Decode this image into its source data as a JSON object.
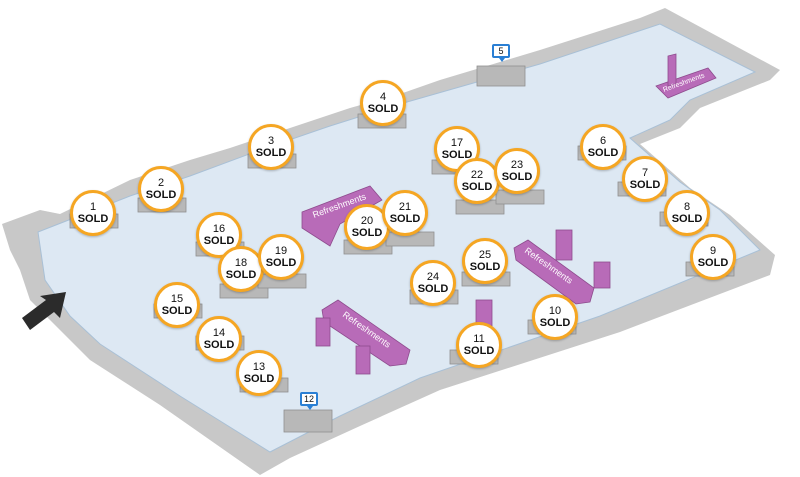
{
  "map": {
    "colors": {
      "floor": "#dde8f3",
      "wall": "#c8c8c8",
      "booth": "#b8b8b8",
      "badge_ring": "#f5a623",
      "refreshment": "#b86bb8",
      "pin": "#2a7fd4",
      "arrow": "#2b2b2b"
    },
    "entrance_icon": "arrow-entrance-icon",
    "booths": [
      {
        "number": "1",
        "status": "SOLD"
      },
      {
        "number": "2",
        "status": "SOLD"
      },
      {
        "number": "3",
        "status": "SOLD"
      },
      {
        "number": "4",
        "status": "SOLD"
      },
      {
        "number": "6",
        "status": "SOLD"
      },
      {
        "number": "7",
        "status": "SOLD"
      },
      {
        "number": "8",
        "status": "SOLD"
      },
      {
        "number": "9",
        "status": "SOLD"
      },
      {
        "number": "10",
        "status": "SOLD"
      },
      {
        "number": "11",
        "status": "SOLD"
      },
      {
        "number": "13",
        "status": "SOLD"
      },
      {
        "number": "14",
        "status": "SOLD"
      },
      {
        "number": "15",
        "status": "SOLD"
      },
      {
        "number": "16",
        "status": "SOLD"
      },
      {
        "number": "17",
        "status": "SOLD"
      },
      {
        "number": "18",
        "status": "SOLD"
      },
      {
        "number": "19",
        "status": "SOLD"
      },
      {
        "number": "20",
        "status": "SOLD"
      },
      {
        "number": "21",
        "status": "SOLD"
      },
      {
        "number": "22",
        "status": "SOLD"
      },
      {
        "number": "23",
        "status": "SOLD"
      },
      {
        "number": "24",
        "status": "SOLD"
      },
      {
        "number": "25",
        "status": "SOLD"
      }
    ],
    "available_booths": [
      {
        "number": "5"
      },
      {
        "number": "12"
      }
    ],
    "refreshments": [
      {
        "label": "Refreshments"
      },
      {
        "label": "Refreshments"
      },
      {
        "label": "Refreshments"
      },
      {
        "label": "Refreshments"
      }
    ]
  }
}
